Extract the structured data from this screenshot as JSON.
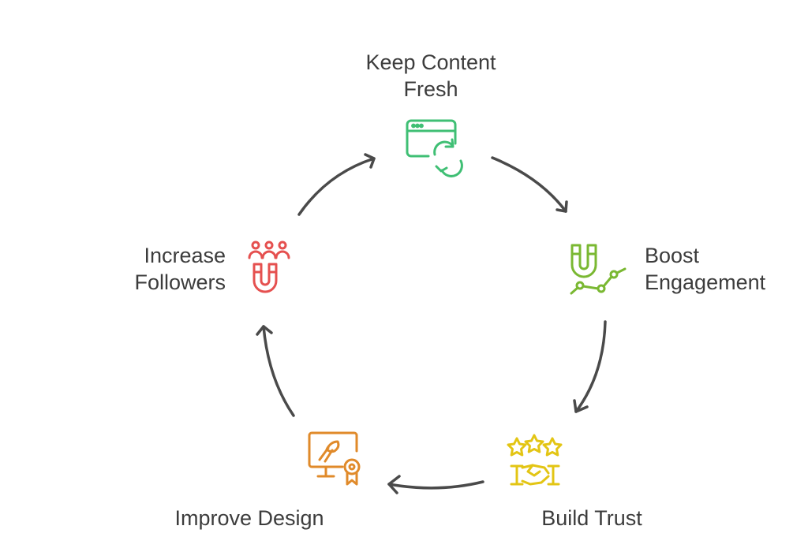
{
  "diagram": {
    "type": "cycle",
    "arrow_color": "#4a4a4a",
    "nodes": [
      {
        "id": "keep-content-fresh",
        "lines": [
          "Keep Content",
          "Fresh"
        ],
        "icon": "browser-refresh-icon",
        "color": "#3fbf74"
      },
      {
        "id": "boost-engagement",
        "lines": [
          "Boost",
          "Engagement"
        ],
        "icon": "magnet-growth-chart-icon",
        "color": "#7ab832"
      },
      {
        "id": "build-trust",
        "lines": [
          "Build Trust"
        ],
        "icon": "stars-handshake-icon",
        "color": "#e3c514"
      },
      {
        "id": "improve-design",
        "lines": [
          "Improve Design"
        ],
        "icon": "monitor-brush-award-icon",
        "color": "#e08a2a"
      },
      {
        "id": "increase-followers",
        "lines": [
          "Increase",
          "Followers"
        ],
        "icon": "people-magnet-icon",
        "color": "#e5504f"
      }
    ],
    "edges": [
      {
        "from": "keep-content-fresh",
        "to": "boost-engagement"
      },
      {
        "from": "boost-engagement",
        "to": "build-trust"
      },
      {
        "from": "build-trust",
        "to": "improve-design"
      },
      {
        "from": "improve-design",
        "to": "increase-followers"
      },
      {
        "from": "increase-followers",
        "to": "keep-content-fresh"
      }
    ]
  }
}
